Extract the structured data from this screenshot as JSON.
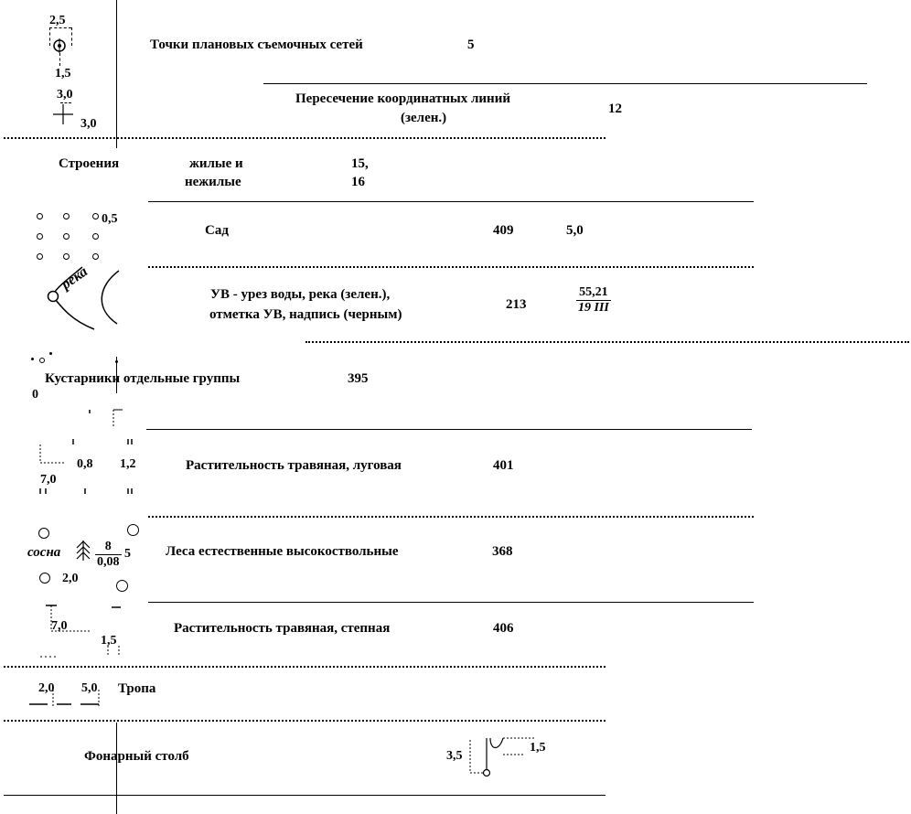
{
  "rows": {
    "survey_points": {
      "label": "Точки плановых съемочных сетей",
      "code": "5",
      "dim_top": "2,5",
      "dim_bottom": "1,5"
    },
    "grid_cross": {
      "label_line1": "Пересечение координатных линий",
      "label_line2": "(зелен.)",
      "code": "12",
      "dim_top": "3,0",
      "dim_side": "3,0"
    },
    "buildings": {
      "label": "Строения",
      "kind_line1": "жилые и",
      "kind_line2": "нежилые",
      "code_line1": "15,",
      "code_line2": "16"
    },
    "garden": {
      "label": "Сад",
      "code": "409",
      "size": "5,0",
      "dim": "0,5"
    },
    "water_edge": {
      "label_line1": "УВ - урез воды, река (зелен.),",
      "label_line2": "отметка УВ, надпись (черным)",
      "code": "213",
      "elevation_top": "55,21",
      "elevation_bottom": "19 III",
      "river_word": "река"
    },
    "shrubs": {
      "label": "Кустарники отдельные группы",
      "code": "395",
      "dim": "0"
    },
    "meadow_grass": {
      "label": "Растительность травяная, луговая",
      "code": "401",
      "dim_a": "0,8",
      "dim_b": "1,2",
      "dim_c": "7,0"
    },
    "forest": {
      "label": "Леса естественные высокоствольные",
      "code": "368",
      "species": "сосна",
      "height": "8",
      "diameter": "0,08",
      "spacing": "5",
      "dim": "2,0"
    },
    "steppe_grass": {
      "label": "Растительность травяная, степная",
      "code": "406",
      "dim_a": "7,0",
      "dim_b": "1,5"
    },
    "path": {
      "label": "Тропа",
      "dash": "2,0",
      "gap": "5,0"
    },
    "lamp_post": {
      "label": "Фонарный столб",
      "dim_height": "3,5",
      "dim_width": "1,5"
    }
  }
}
